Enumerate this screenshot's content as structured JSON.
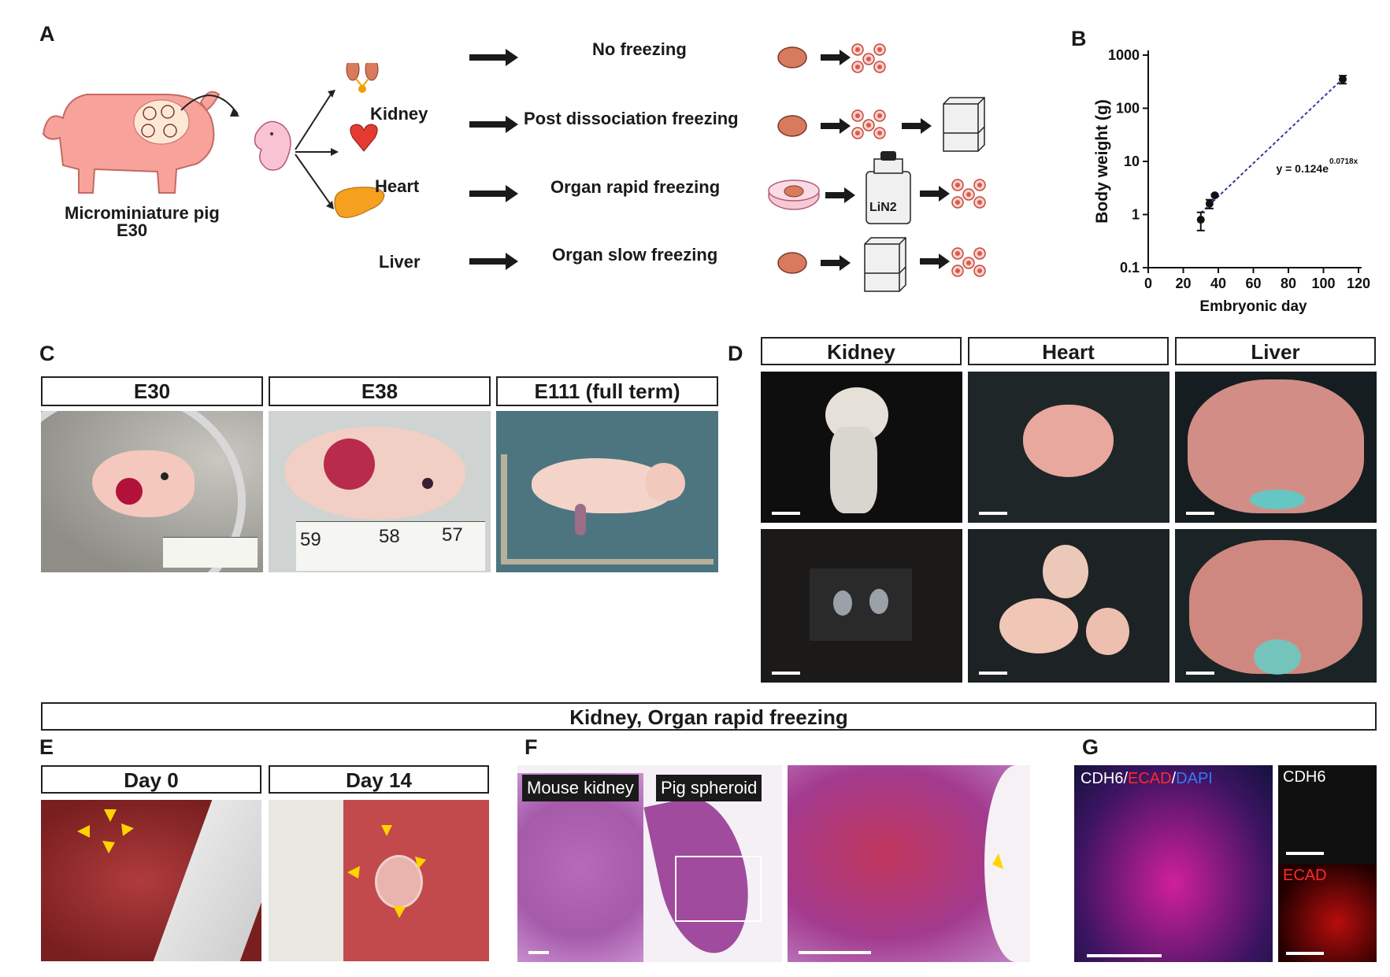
{
  "panels": {
    "A": "A",
    "B": "B",
    "C": "C",
    "D": "D",
    "E": "E",
    "F": "F",
    "G": "G"
  },
  "panelA": {
    "pig_label_line1": "Microminiature pig",
    "pig_label_line2": "E30",
    "organs": [
      "Kidney",
      "Heart",
      "Liver"
    ],
    "methods": [
      "No freezing",
      "Post dissociation freezing",
      "Organ rapid freezing",
      "Organ slow freezing"
    ],
    "lin2_label": "LiN2"
  },
  "chart_data": {
    "type": "scatter",
    "xlabel": "Embryonic day",
    "ylabel": "Body weight (g)",
    "x_ticks": [
      "0",
      "20",
      "40",
      "60",
      "80",
      "100",
      "120"
    ],
    "y_ticks": [
      "0.1",
      "1",
      "10",
      "100",
      "1000"
    ],
    "xlim": [
      0,
      120
    ],
    "ylim": [
      0.1,
      1000
    ],
    "yscale": "log",
    "equation": "y = 0.124e",
    "equation_exp": "0.0718x",
    "points": [
      {
        "x": 30,
        "y": 0.8,
        "err_low": 0.5,
        "err_high": 1.1
      },
      {
        "x": 35,
        "y": 1.6,
        "err_low": 1.3,
        "err_high": 1.9
      },
      {
        "x": 38,
        "y": 2.3,
        "err_low": 2.2,
        "err_high": 2.4
      },
      {
        "x": 111,
        "y": 350,
        "err_low": 290,
        "err_high": 410
      }
    ],
    "fit": {
      "a": 0.124,
      "b": 0.0718,
      "x_from": 30,
      "x_to": 111,
      "color": "#2b3ea0"
    }
  },
  "panelC": {
    "headers": [
      "E30",
      "E38",
      "E111 (full term)"
    ],
    "ruler_numbers": [
      "59",
      "58",
      "57"
    ]
  },
  "panelD": {
    "headers": [
      "Kidney",
      "Heart",
      "Liver"
    ]
  },
  "banner": "Kidney, Organ rapid freezing",
  "panelE": {
    "headers": [
      "Day 0",
      "Day 14"
    ]
  },
  "panelF": {
    "label1": "Mouse kidney",
    "label2": "Pig spheroid"
  },
  "panelG": {
    "merged_parts": [
      {
        "text": "CDH6",
        "color": "#ffffff"
      },
      {
        "text": "/",
        "color": "#ffffff"
      },
      {
        "text": "ECAD",
        "color": "#ff2a2a"
      },
      {
        "text": "/",
        "color": "#ffffff"
      },
      {
        "text": "DAPI",
        "color": "#2e7bff"
      }
    ],
    "cdh6": "CDH6",
    "ecad": "ECAD"
  },
  "colors": {
    "pig": "#f7a39c",
    "organ_brown": "#d87a5e",
    "arrowhead_yellow": "#ffd400"
  }
}
